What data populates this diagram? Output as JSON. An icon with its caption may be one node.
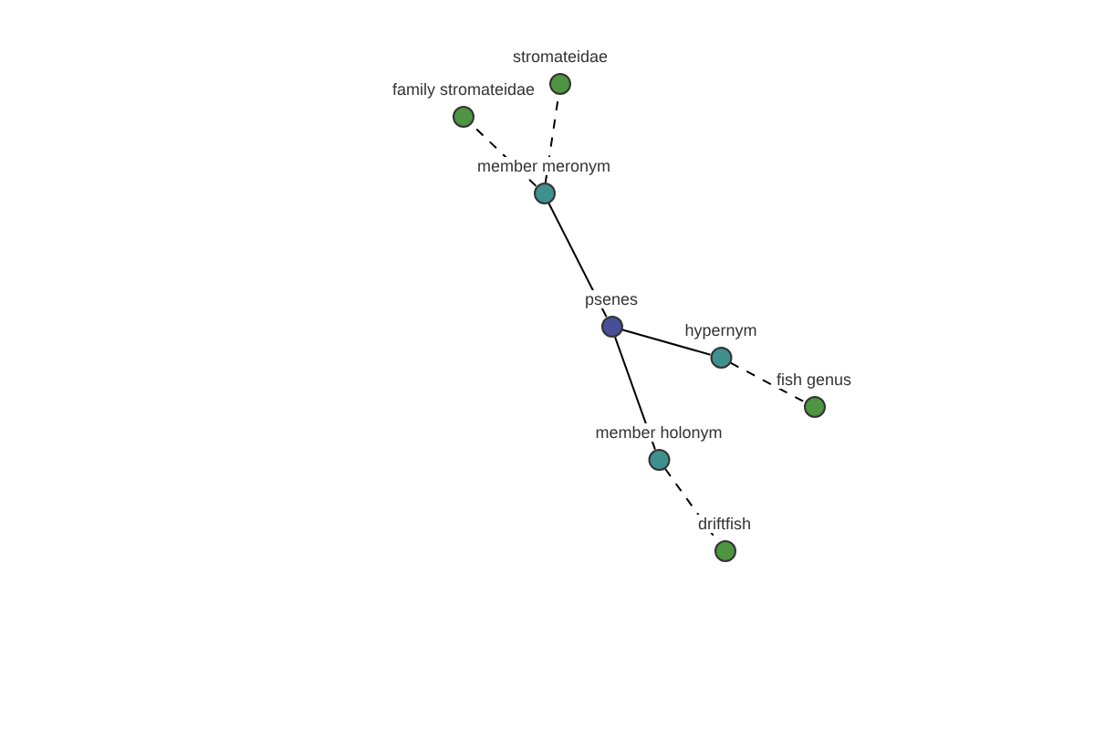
{
  "diagram": {
    "nodes": [
      {
        "text": [
          "stromateidae"
        ]
      },
      {
        "text": [
          "family stromateidae"
        ]
      },
      {
        "text": [
          "member meronym"
        ]
      },
      {
        "text": [
          "psenes"
        ]
      },
      {
        "text": [
          "hypernym"
        ]
      },
      {
        "text": [
          "fish genus"
        ]
      },
      {
        "text": [
          "member holonym"
        ]
      },
      {
        "text": [
          "driftfish"
        ]
      }
    ],
    "edges": [
      {
        "from": 3,
        "to": 2,
        "arrow": "none"
      },
      {
        "from": 2,
        "to": 0,
        "arrow": "none",
        "style": "dashed"
      },
      {
        "from": 2,
        "to": 1,
        "arrow": "none",
        "style": "dashed"
      },
      {
        "from": 3,
        "to": 4,
        "arrow": "none"
      },
      {
        "from": 4,
        "to": 5,
        "arrow": "none",
        "style": "dashed"
      },
      {
        "from": 3,
        "to": 6,
        "arrow": "none"
      },
      {
        "from": 6,
        "to": 7,
        "arrow": "none",
        "style": "dashed"
      }
    ]
  }
}
